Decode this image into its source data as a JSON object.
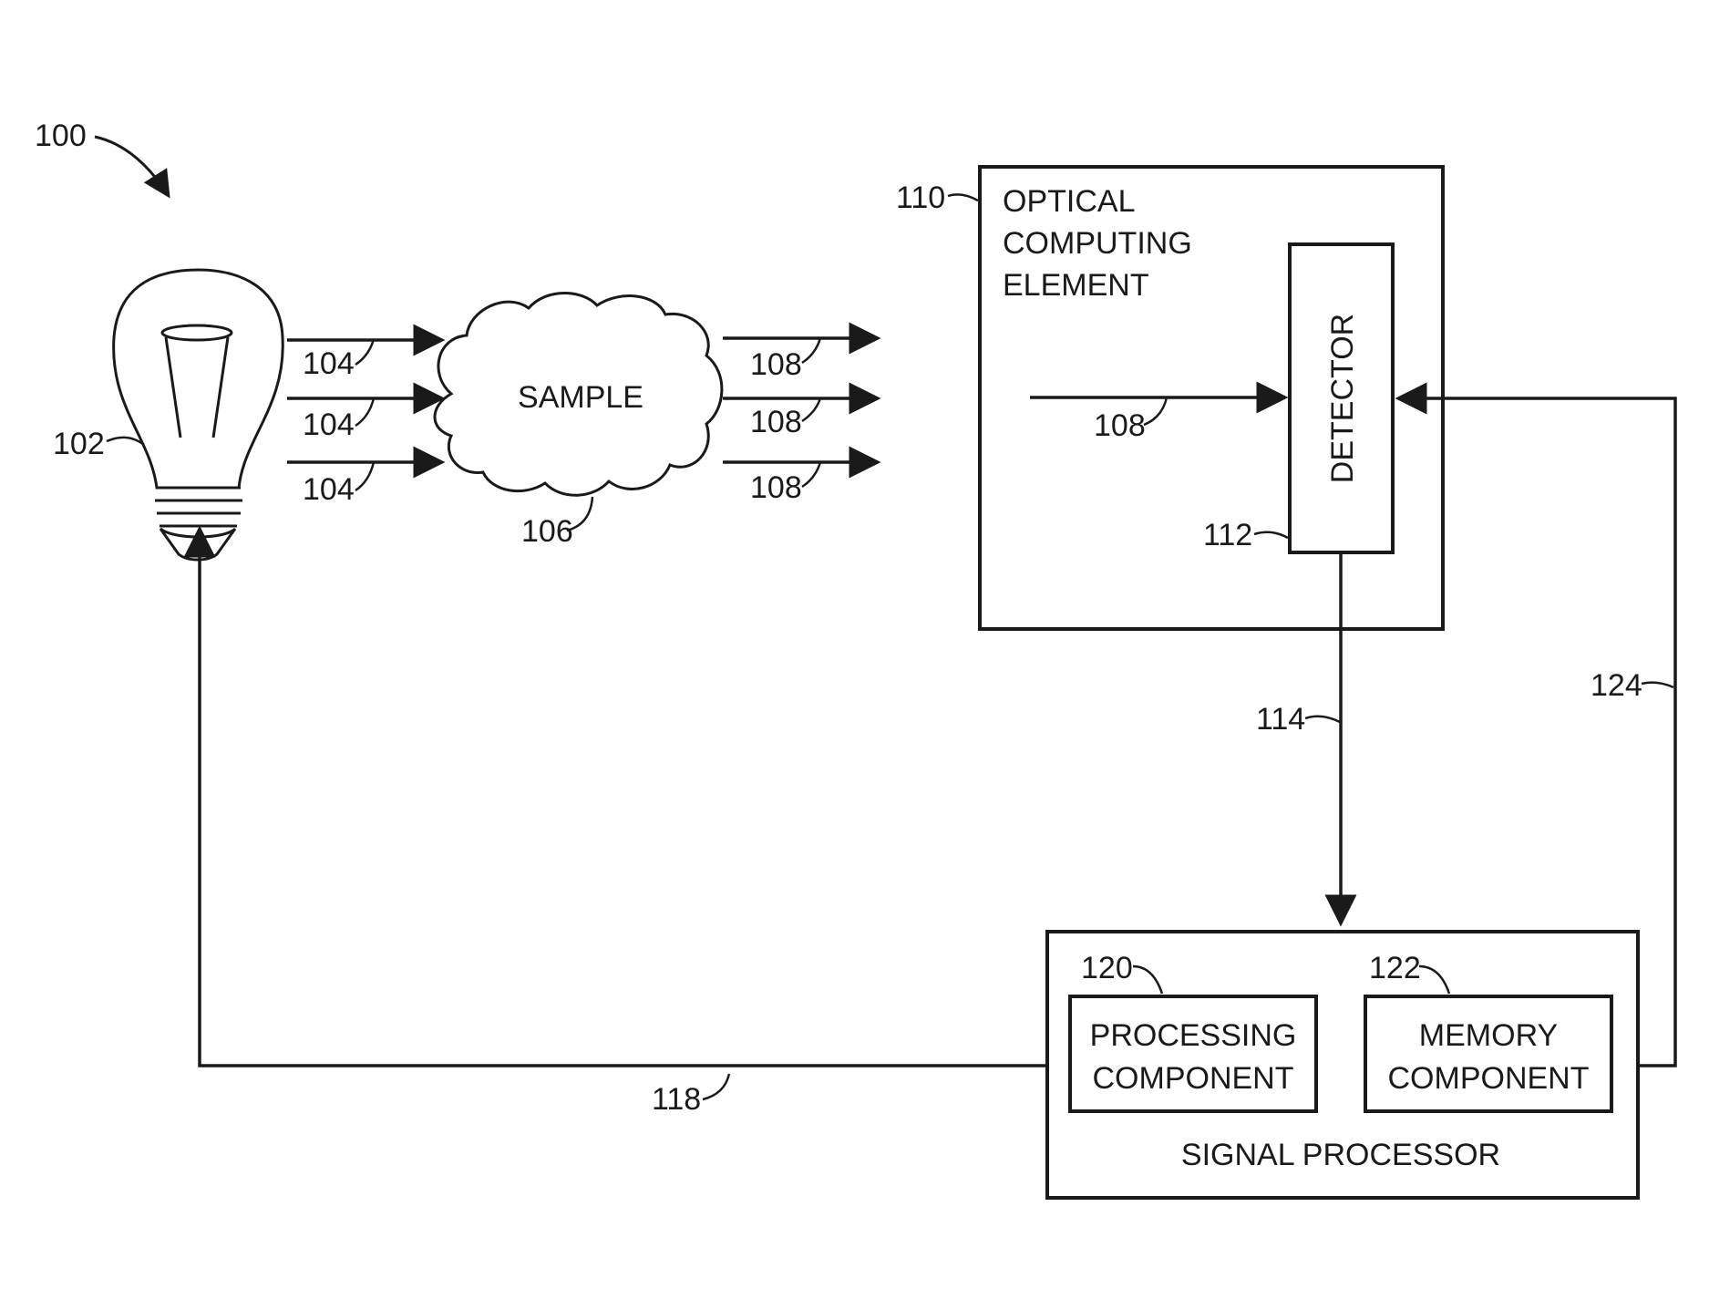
{
  "figure": {
    "figure_ref": "100",
    "light_source_ref": "102",
    "incident_light_ref": "104",
    "sample_label": "SAMPLE",
    "sample_ref": "106",
    "interacted_light_ref": "108",
    "optical_element": {
      "ref": "110",
      "label_lines": [
        "OPTICAL",
        "COMPUTING",
        "ELEMENT"
      ]
    },
    "detector": {
      "label": "DETECTOR",
      "ref": "112"
    },
    "output_signal_ref": "114",
    "feedback_to_source_ref": "118",
    "feedback_to_detector_ref": "124",
    "signal_processor": {
      "label": "SIGNAL PROCESSOR",
      "processing": {
        "ref": "120",
        "lines": [
          "PROCESSING",
          "COMPONENT"
        ]
      },
      "memory": {
        "ref": "122",
        "lines": [
          "MEMORY",
          "COMPONENT"
        ]
      }
    }
  }
}
